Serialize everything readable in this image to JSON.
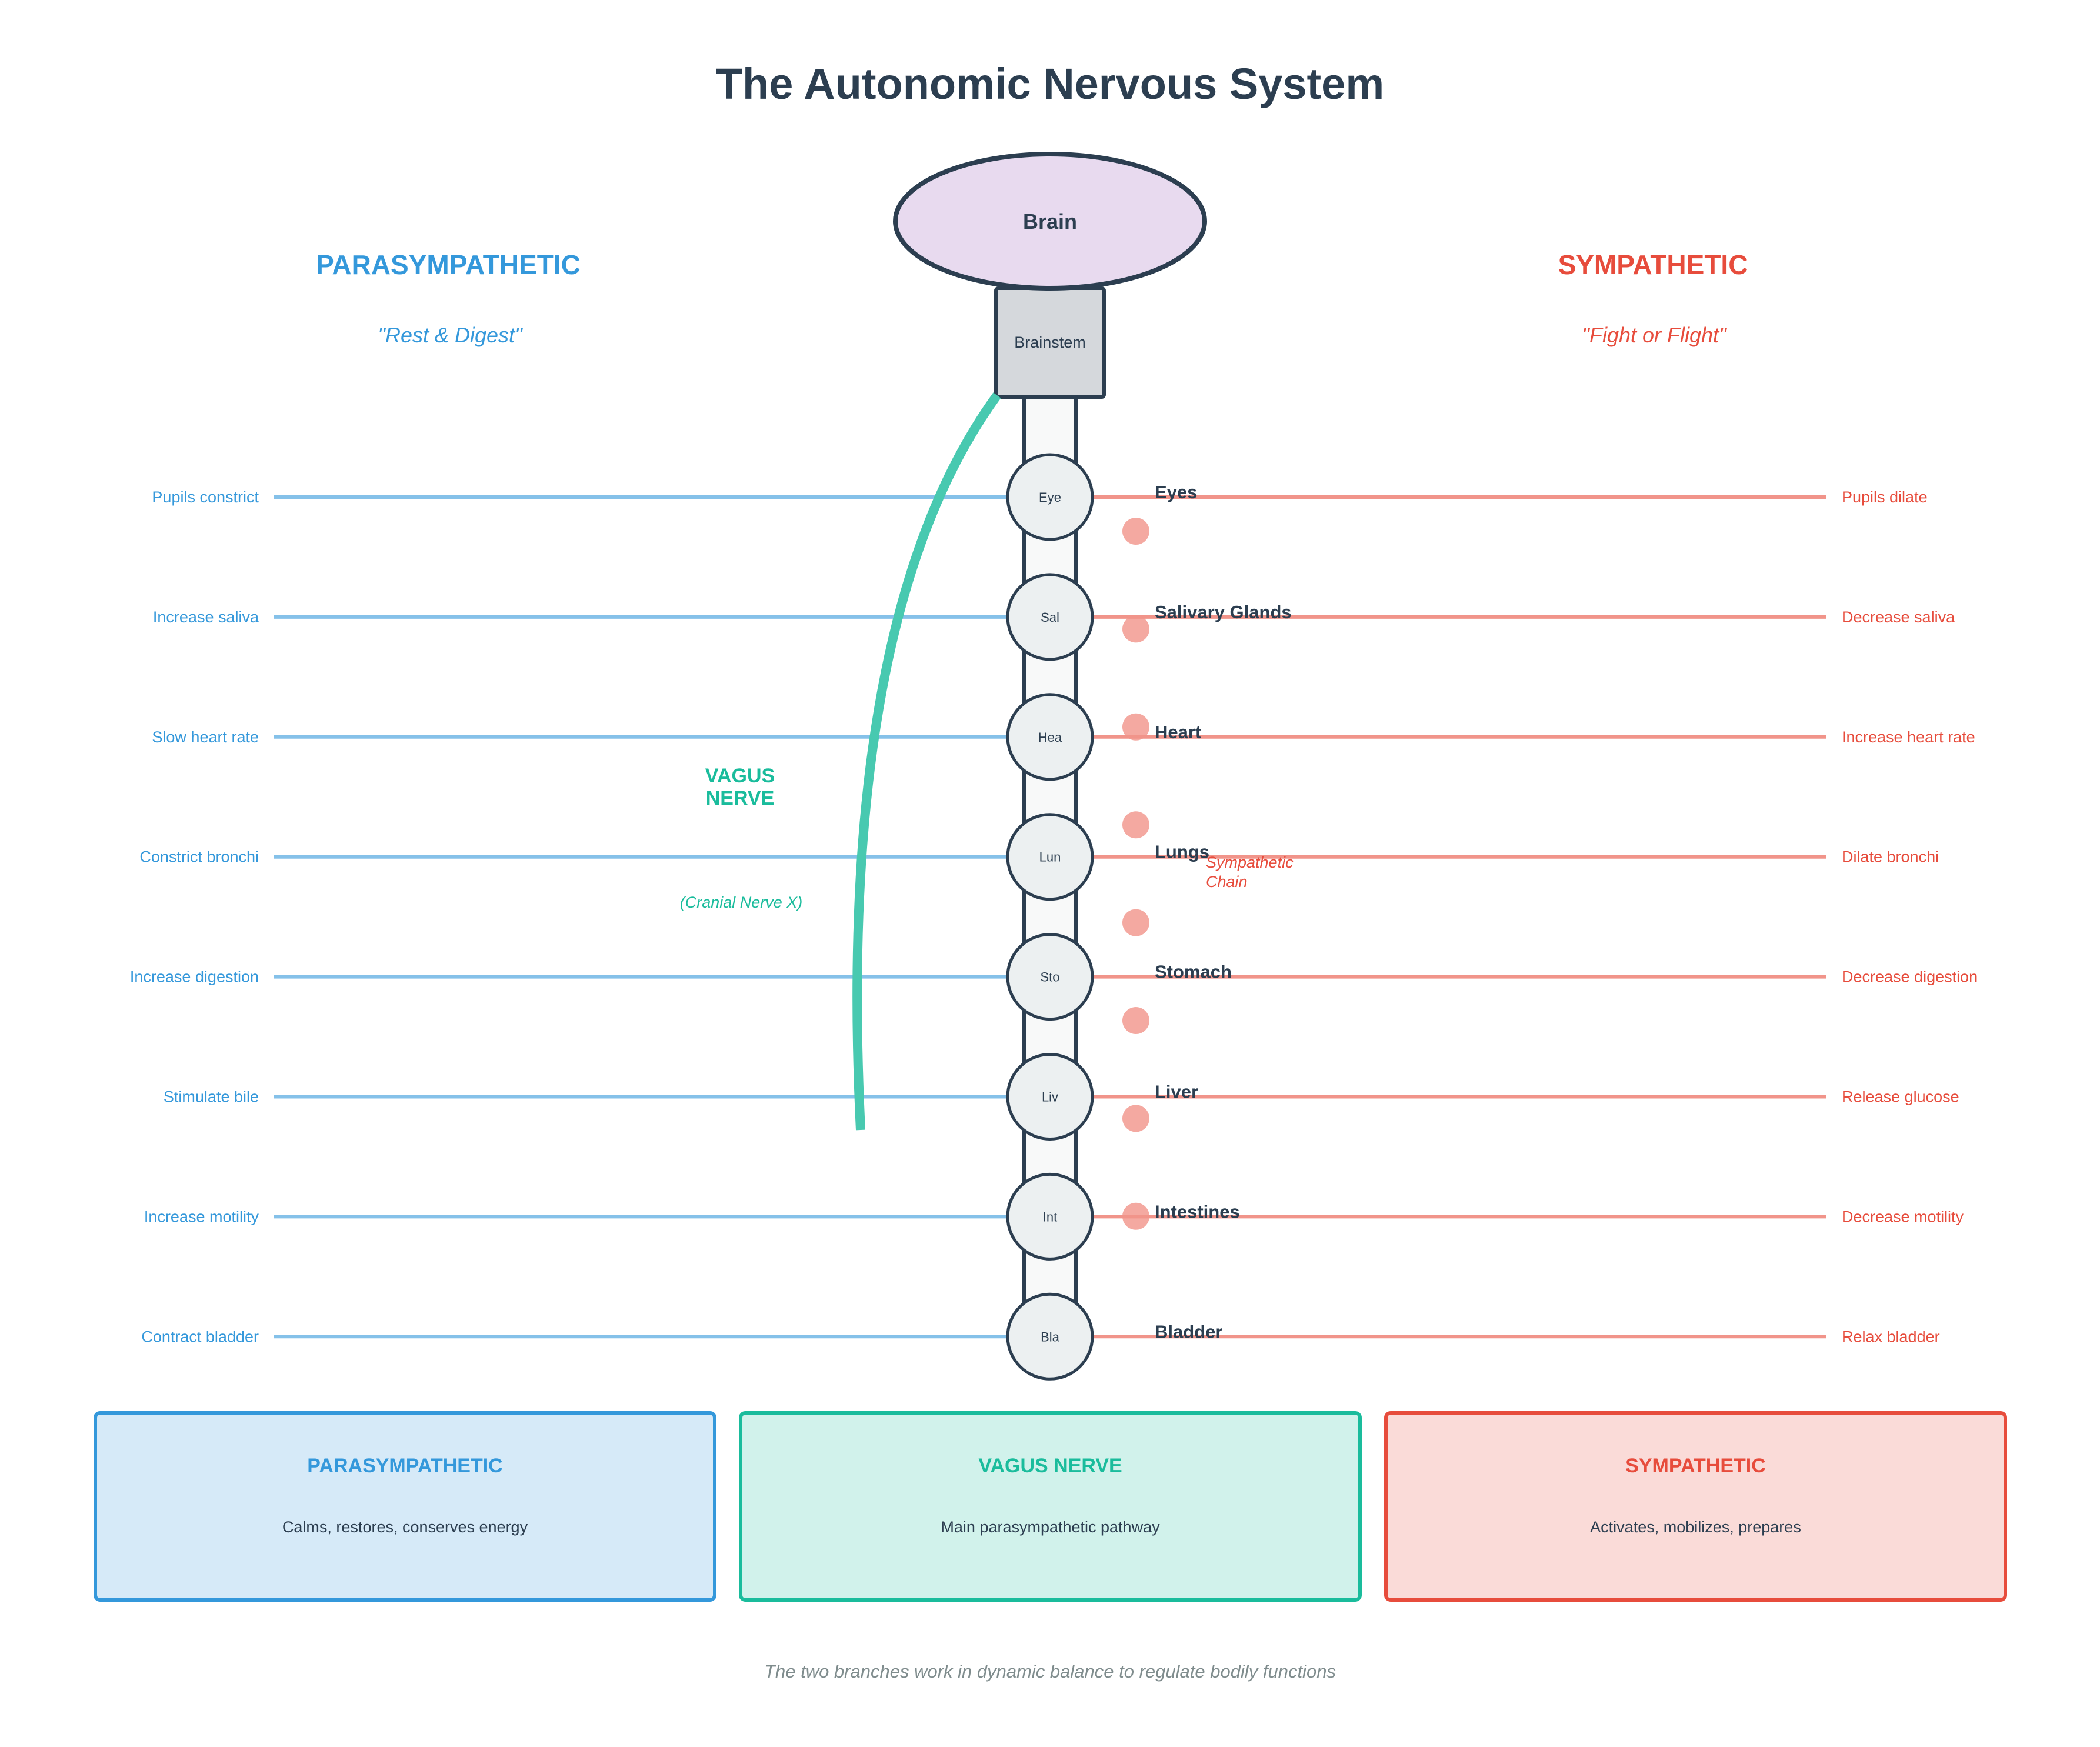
{
  "title": "The Autonomic Nervous System",
  "colors": {
    "parasympathetic": "#3498db",
    "parasympathetic_line": "#85c1e9",
    "sympathetic": "#e74c3c",
    "sympathetic_line": "#f1948a",
    "vagus": "#1abc9c",
    "vagus_line": "#48c9b0",
    "dark": "#2c3e50",
    "brain_fill": "#e8daef",
    "stem_fill": "#d5d8dc",
    "node_fill": "#ecf0f1",
    "chain_dot": "#f1948a"
  },
  "parasympathetic": {
    "title": "PARASYMPATHETIC",
    "subtitle": "\"Rest & Digest\""
  },
  "sympathetic": {
    "title": "SYMPATHETIC",
    "subtitle": "\"Fight or Flight\""
  },
  "brain": {
    "label": "Brain"
  },
  "brainstem": {
    "label": "Brainstem"
  },
  "vagus": {
    "label_line1": "VAGUS",
    "label_line2": "NERVE",
    "sublabel": "(Cranial Nerve X)"
  },
  "sympathetic_chain": {
    "label_line1": "Sympathetic",
    "label_line2": "Chain",
    "ganglia_count": 8
  },
  "organs": [
    {
      "abbr": "Eye",
      "name": "Eyes",
      "parasympathetic": "Pupils constrict",
      "sympathetic": "Pupils dilate"
    },
    {
      "abbr": "Sal",
      "name": "Salivary Glands",
      "parasympathetic": "Increase saliva",
      "sympathetic": "Decrease saliva"
    },
    {
      "abbr": "Hea",
      "name": "Heart",
      "parasympathetic": "Slow heart rate",
      "sympathetic": "Increase heart rate"
    },
    {
      "abbr": "Lun",
      "name": "Lungs",
      "parasympathetic": "Constrict bronchi",
      "sympathetic": "Dilate bronchi"
    },
    {
      "abbr": "Sto",
      "name": "Stomach",
      "parasympathetic": "Increase digestion",
      "sympathetic": "Decrease digestion"
    },
    {
      "abbr": "Liv",
      "name": "Liver",
      "parasympathetic": "Stimulate bile",
      "sympathetic": "Release glucose"
    },
    {
      "abbr": "Int",
      "name": "Intestines",
      "parasympathetic": "Increase motility",
      "sympathetic": "Decrease motility"
    },
    {
      "abbr": "Bla",
      "name": "Bladder",
      "parasympathetic": "Contract bladder",
      "sympathetic": "Relax bladder"
    }
  ],
  "legend": [
    {
      "title": "PARASYMPATHETIC",
      "desc": "Calms, restores, conserves energy",
      "stroke": "#3498db",
      "fill": "#d6eaf8"
    },
    {
      "title": "VAGUS NERVE",
      "desc": "Main parasympathetic pathway",
      "stroke": "#1abc9c",
      "fill": "#d1f2eb"
    },
    {
      "title": "SYMPATHETIC",
      "desc": "Activates, mobilizes, prepares",
      "stroke": "#e74c3c",
      "fill": "#fadbd8"
    }
  ],
  "footer": "The two branches work in dynamic balance to regulate bodily functions"
}
